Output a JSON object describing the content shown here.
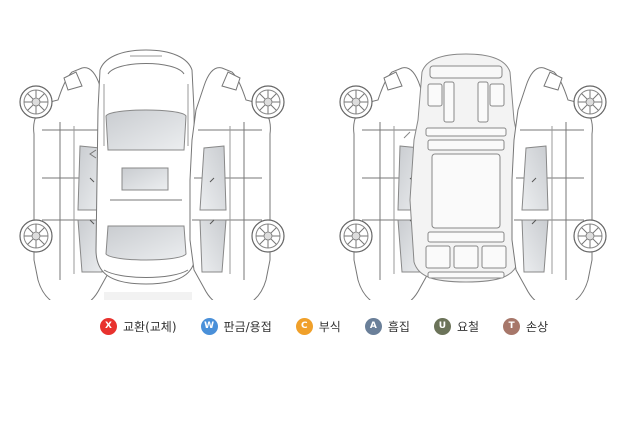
{
  "legend": [
    {
      "code": "X",
      "label": "교환(교체)",
      "color": "#e8322e"
    },
    {
      "code": "W",
      "label": "판금/용접",
      "color": "#4a90d9"
    },
    {
      "code": "C",
      "label": "부식",
      "color": "#f0a02a"
    },
    {
      "code": "A",
      "label": "흠집",
      "color": "#6a7f99"
    },
    {
      "code": "U",
      "label": "요철",
      "color": "#6b7359"
    },
    {
      "code": "T",
      "label": "손상",
      "color": "#a7776a"
    }
  ],
  "views": [
    {
      "name": "exterior-diagram",
      "kind": "outer panels"
    },
    {
      "name": "frame-diagram",
      "kind": "inner frame"
    }
  ]
}
